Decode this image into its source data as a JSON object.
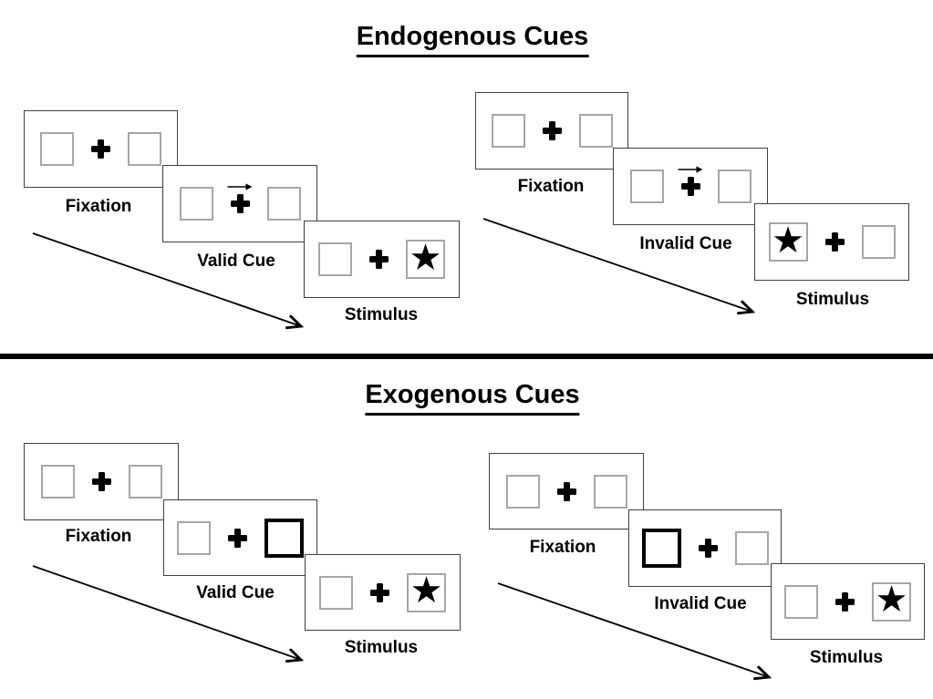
{
  "sections": [
    {
      "name": "endogenous",
      "title": "Endogenous Cues",
      "panels": [
        {
          "name": "valid-sequence",
          "cards": [
            {
              "label": "Fixation",
              "left": "empty-square",
              "center": "fixation-cross",
              "right": "empty-square"
            },
            {
              "label": "Valid Cue",
              "left": "empty-square",
              "center": "fixation-cross-with-right-arrow",
              "right": "empty-square"
            },
            {
              "label": "Stimulus",
              "left": "empty-square",
              "center": "fixation-cross",
              "right": "star"
            }
          ]
        },
        {
          "name": "invalid-sequence",
          "cards": [
            {
              "label": "Fixation",
              "left": "empty-square",
              "center": "fixation-cross",
              "right": "empty-square"
            },
            {
              "label": "Invalid Cue",
              "left": "empty-square",
              "center": "fixation-cross-with-right-arrow",
              "right": "empty-square"
            },
            {
              "label": "Stimulus",
              "left": "star",
              "center": "fixation-cross",
              "right": "empty-square"
            }
          ]
        }
      ]
    },
    {
      "name": "exogenous",
      "title": "Exogenous Cues",
      "panels": [
        {
          "name": "valid-sequence",
          "cards": [
            {
              "label": "Fixation",
              "left": "empty-square",
              "center": "fixation-cross",
              "right": "empty-square"
            },
            {
              "label": "Valid Cue",
              "left": "empty-square",
              "center": "fixation-cross",
              "right": "bold-highlight-square"
            },
            {
              "label": "Stimulus",
              "left": "empty-square",
              "center": "fixation-cross",
              "right": "star"
            }
          ]
        },
        {
          "name": "invalid-sequence",
          "cards": [
            {
              "label": "Fixation",
              "left": "empty-square",
              "center": "fixation-cross",
              "right": "empty-square"
            },
            {
              "label": "Invalid Cue",
              "left": "bold-highlight-square",
              "center": "fixation-cross",
              "right": "empty-square"
            },
            {
              "label": "Stimulus",
              "left": "empty-square",
              "center": "fixation-cross",
              "right": "star"
            }
          ]
        }
      ]
    }
  ],
  "symbols": {
    "star": "★"
  },
  "colors": {
    "ink": "#000000",
    "card_border": "#3f3f3f",
    "square_border": "#a6a6a6",
    "background": "#ffffff"
  }
}
